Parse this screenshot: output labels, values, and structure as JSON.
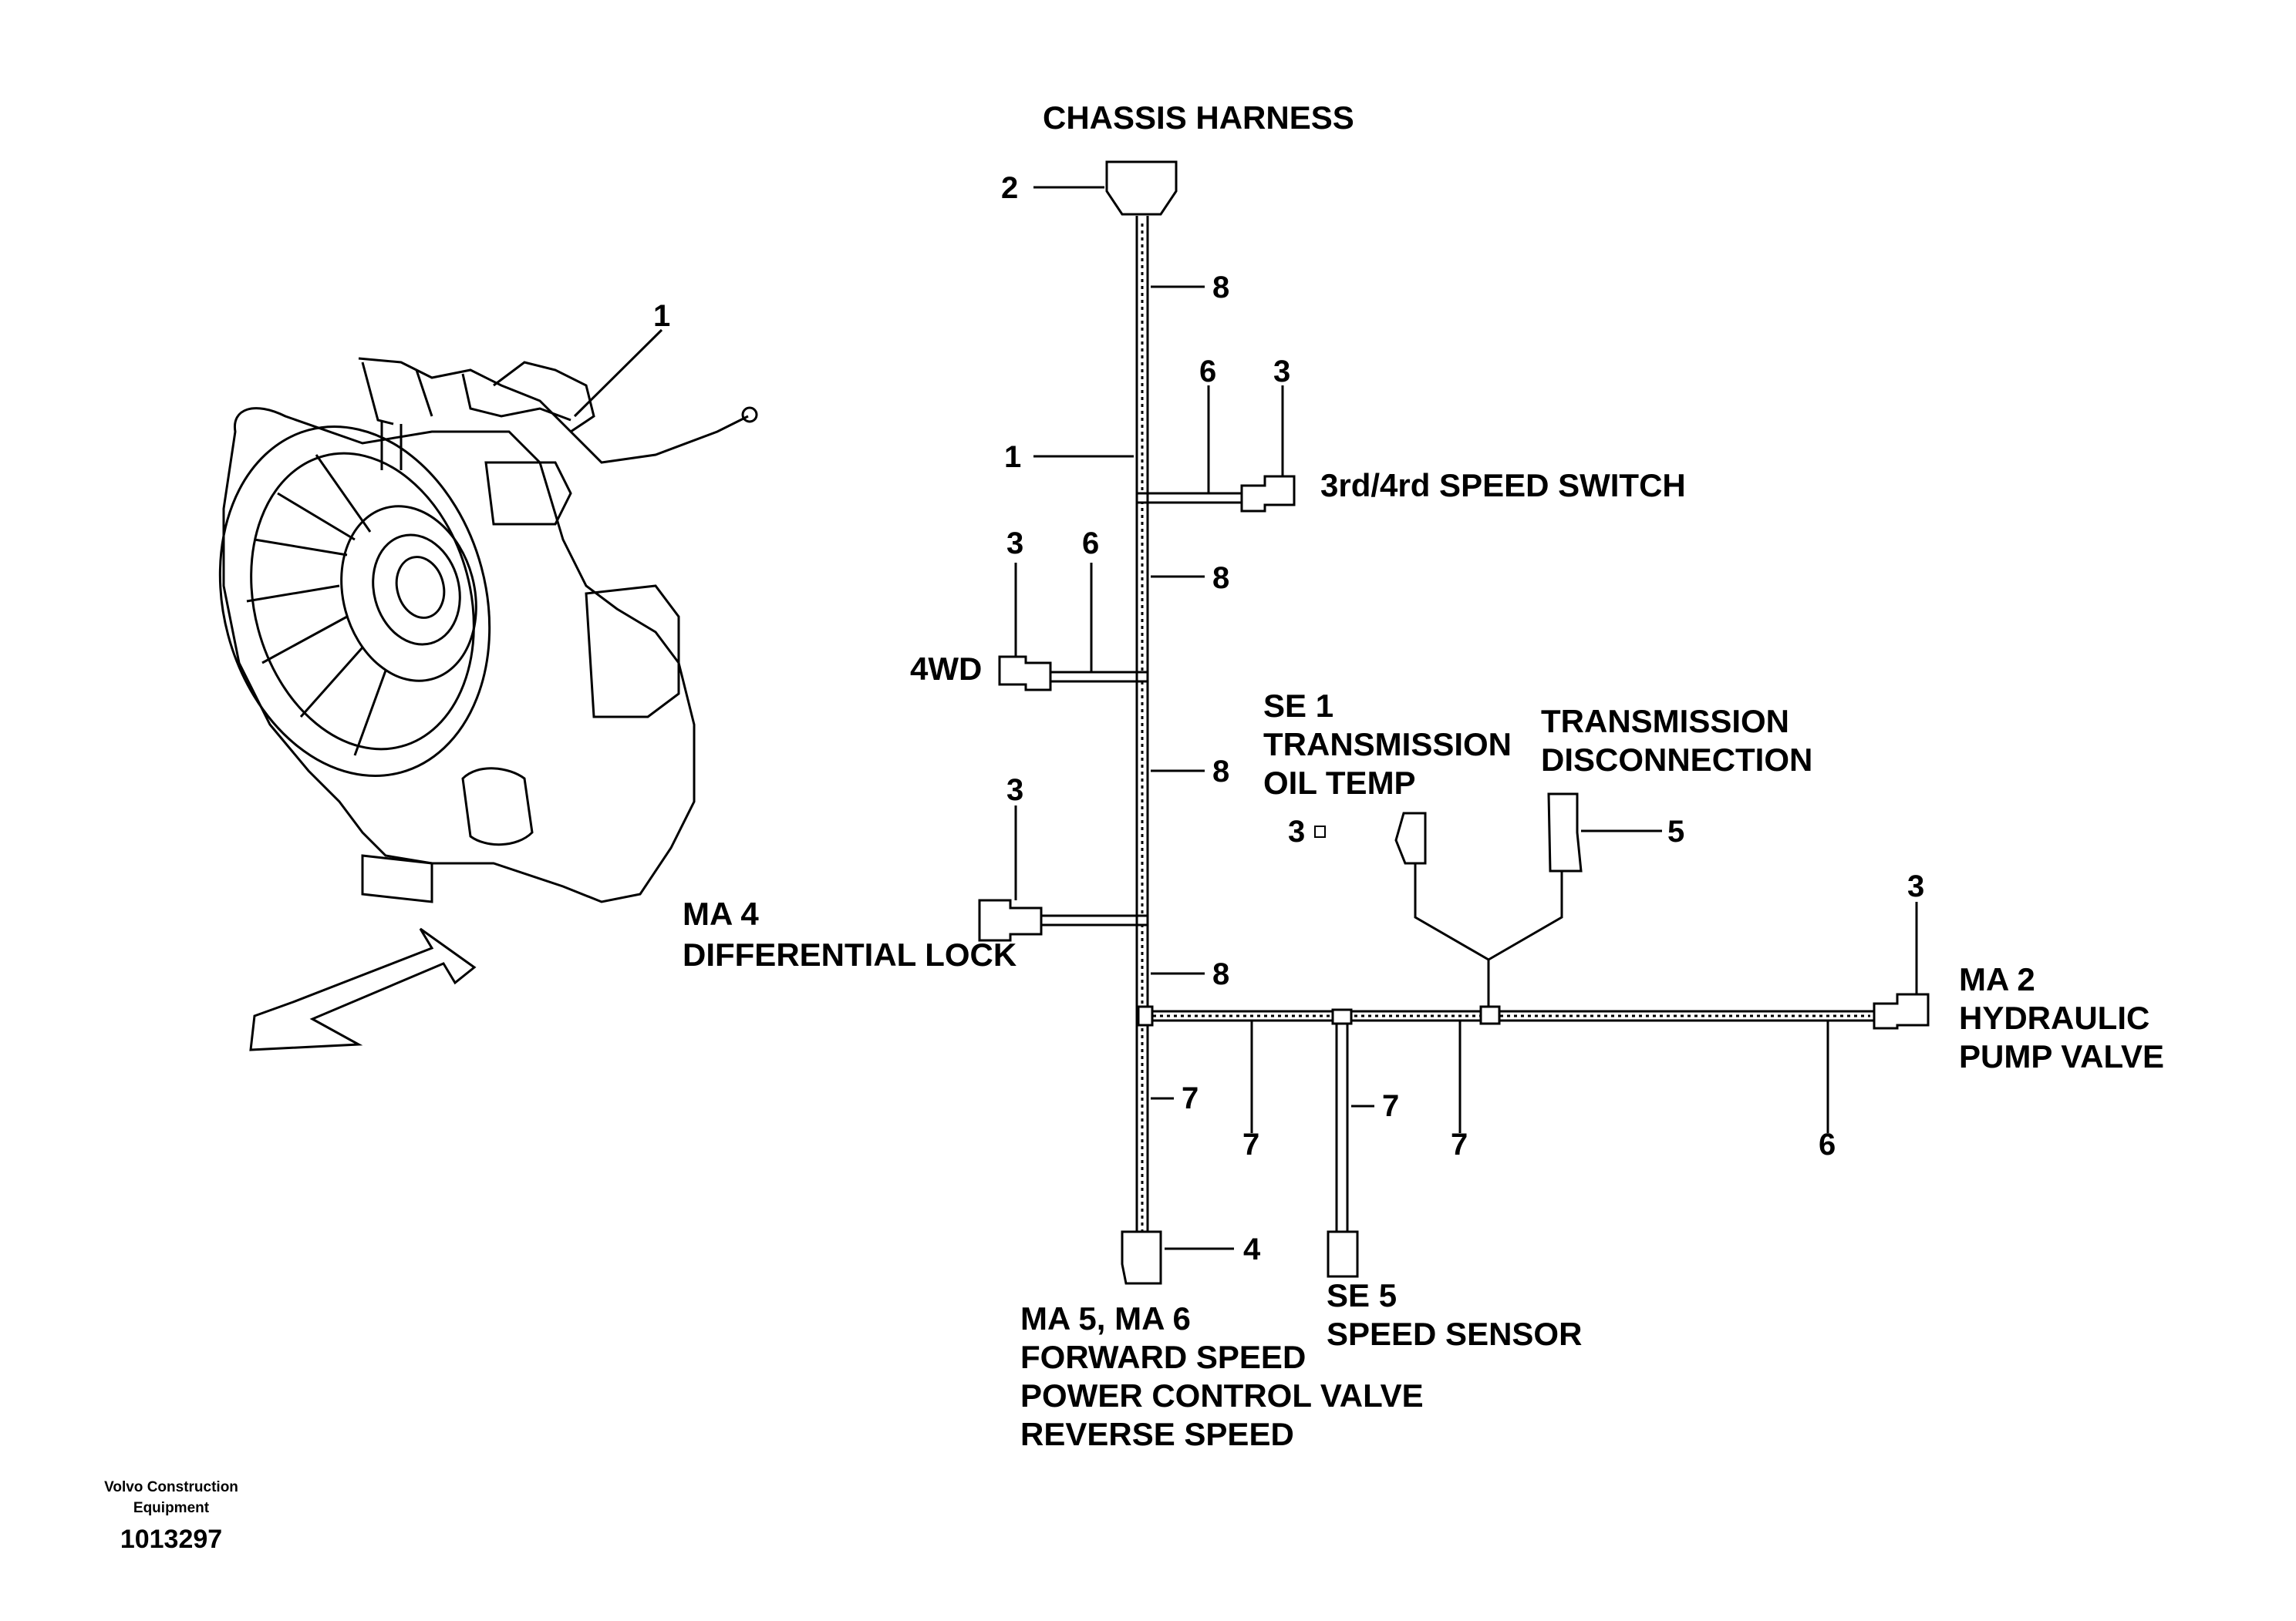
{
  "labels": {
    "chassis_harness": "CHASSIS HARNESS",
    "speed_switch": "3rd/4rd SPEED SWITCH",
    "fourwd": "4WD",
    "se1_line1": "SE 1",
    "se1_line2": "TRANSMISSION",
    "se1_line3": "OIL TEMP",
    "trans_disc_line1": "TRANSMISSION",
    "trans_disc_line2": "DISCONNECTION",
    "ma4_line1": "MA 4",
    "ma4_line2": "DIFFERENTIAL LOCK",
    "ma2_line1": "MA 2",
    "ma2_line2": "HYDRAULIC",
    "ma2_line3": "PUMP VALVE",
    "ma56_line1": "MA 5, MA 6",
    "ma56_line2": "FORWARD SPEED",
    "ma56_line3": "POWER CONTROL VALVE",
    "ma56_line4": "REVERSE SPEED",
    "se5_line1": "SE 5",
    "se5_line2": "SPEED SENSOR"
  },
  "callouts": {
    "c1_engine": "1",
    "c2": "2",
    "c8_top": "8",
    "c6_top": "6",
    "c3_top": "3",
    "c1_harness": "1",
    "c3_4wd": "3",
    "c6_4wd": "6",
    "c8_mid1": "8",
    "c8_mid2": "8",
    "c3_se1": "3",
    "c5": "5",
    "c3_ma4": "3",
    "c8_low": "8",
    "c3_ma2": "3",
    "c7_a": "7",
    "c7_b": "7",
    "c7_c": "7",
    "c7_d": "7",
    "c6_ma2": "6",
    "c4": "4"
  },
  "footer": {
    "brand_line1": "Volvo Construction",
    "brand_line2": "Equipment",
    "part_number": "1013297"
  }
}
